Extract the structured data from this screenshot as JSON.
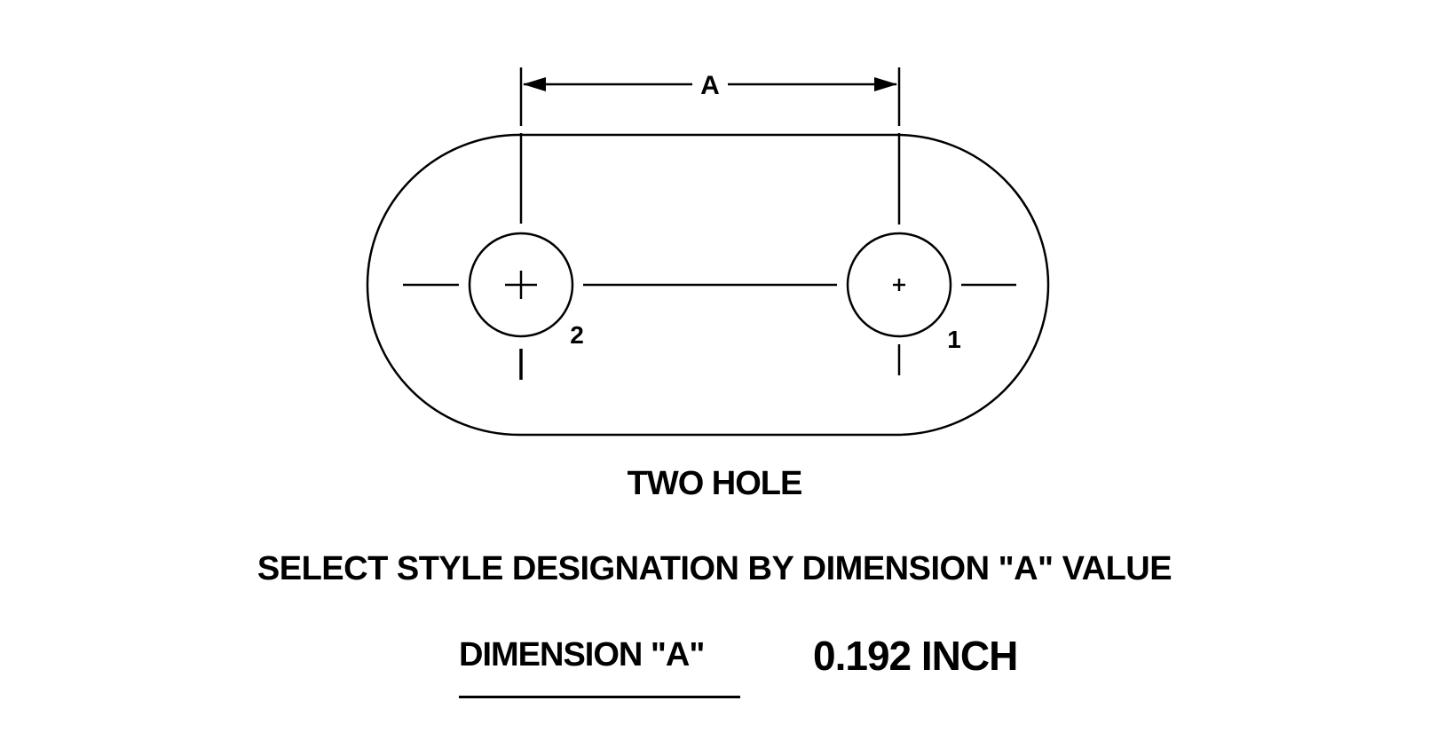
{
  "drawing": {
    "dimension_label": "A",
    "hole_labels": [
      "2",
      "1"
    ],
    "title": "TWO HOLE",
    "instruction": "SELECT STYLE DESIGNATION BY DIMENSION \"A\" VALUE",
    "dimension_name": "DIMENSION \"A\"",
    "dimension_value": "0.192 INCH",
    "line_color": "#000000",
    "background": "#ffffff"
  }
}
